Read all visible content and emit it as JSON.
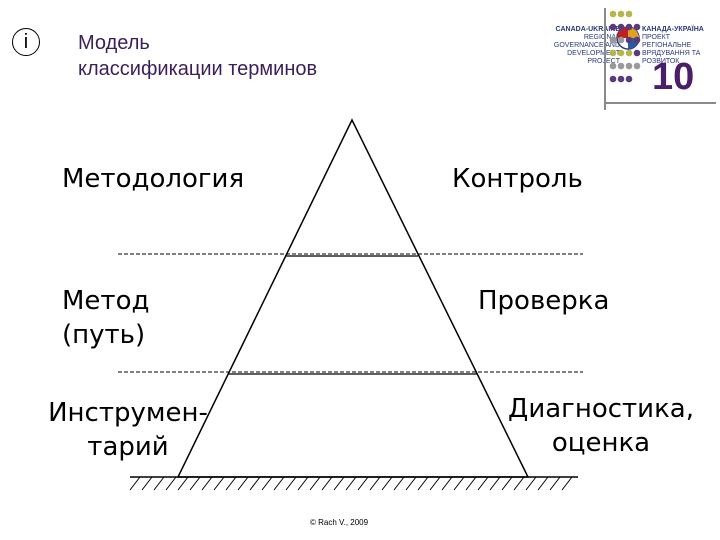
{
  "slide": {
    "info_symbol": "i",
    "title_line1": "Модель",
    "title_line2": "классификации терминов",
    "number": "10",
    "logo": {
      "left_line1": "CANADA-UKRAINE",
      "left_line2": "REGIONAL GOVERNANCE AND",
      "left_line3": "DEVELOPMENT PROJECT",
      "right_line1": "КАНАДА-УКРАЇНА",
      "right_line2": "ПРОЕКТ РЕГІОНАЛЬНЕ",
      "right_line3": "ВРЯДУВАННЯ ТА РОЗВИТОК",
      "colors": [
        "#5a3a7a",
        "#b8b64a",
        "#9a9a9a"
      ]
    },
    "copyright": "© Rach V., 2009"
  },
  "diagram": {
    "left_labels": {
      "top": "Методология",
      "middle_line1": "Метод",
      "middle_line2": "(путь)",
      "bottom_line1": "Инструмен-",
      "bottom_line2": "тарий"
    },
    "right_labels": {
      "top": "Контроль",
      "middle": "Проверка",
      "bottom_line1": "Диагностика,",
      "bottom_line2": "оценка"
    }
  }
}
